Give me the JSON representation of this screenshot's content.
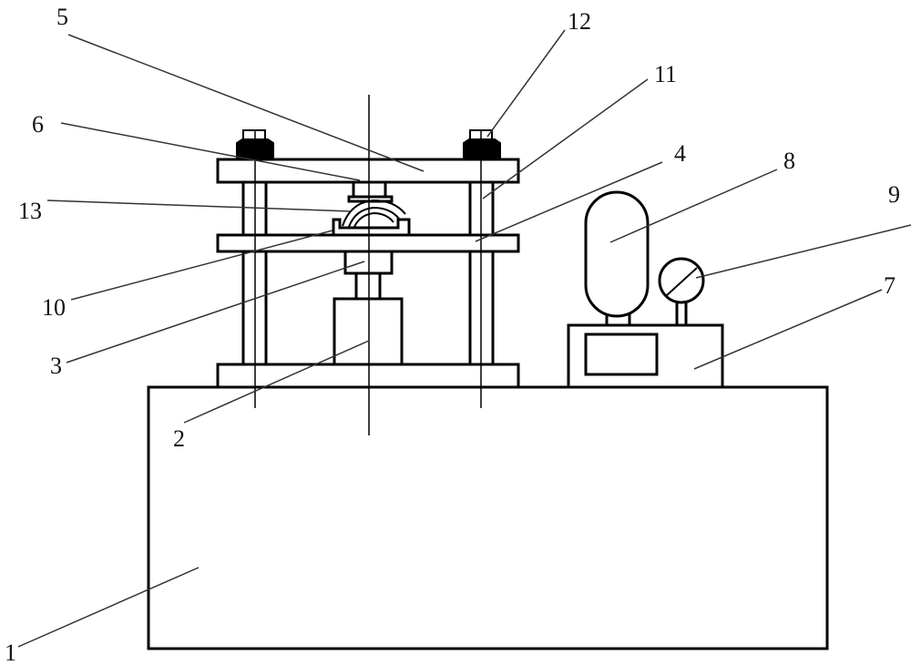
{
  "figure": {
    "type": "patent-style mechanical drawing",
    "description": "Press apparatus with base, columns, plates, cylinder and hydraulic unit",
    "line_color": "#000000",
    "background": "#ffffff"
  },
  "labels": [
    {
      "id": "1",
      "text": "1"
    },
    {
      "id": "2",
      "text": "2"
    },
    {
      "id": "3",
      "text": "3"
    },
    {
      "id": "4",
      "text": "4"
    },
    {
      "id": "5",
      "text": "5"
    },
    {
      "id": "6",
      "text": "6"
    },
    {
      "id": "7",
      "text": "7"
    },
    {
      "id": "8",
      "text": "8"
    },
    {
      "id": "9",
      "text": "9"
    },
    {
      "id": "10",
      "text": "10"
    },
    {
      "id": "11",
      "text": "11"
    },
    {
      "id": "12",
      "text": "12"
    },
    {
      "id": "13",
      "text": "13"
    }
  ]
}
